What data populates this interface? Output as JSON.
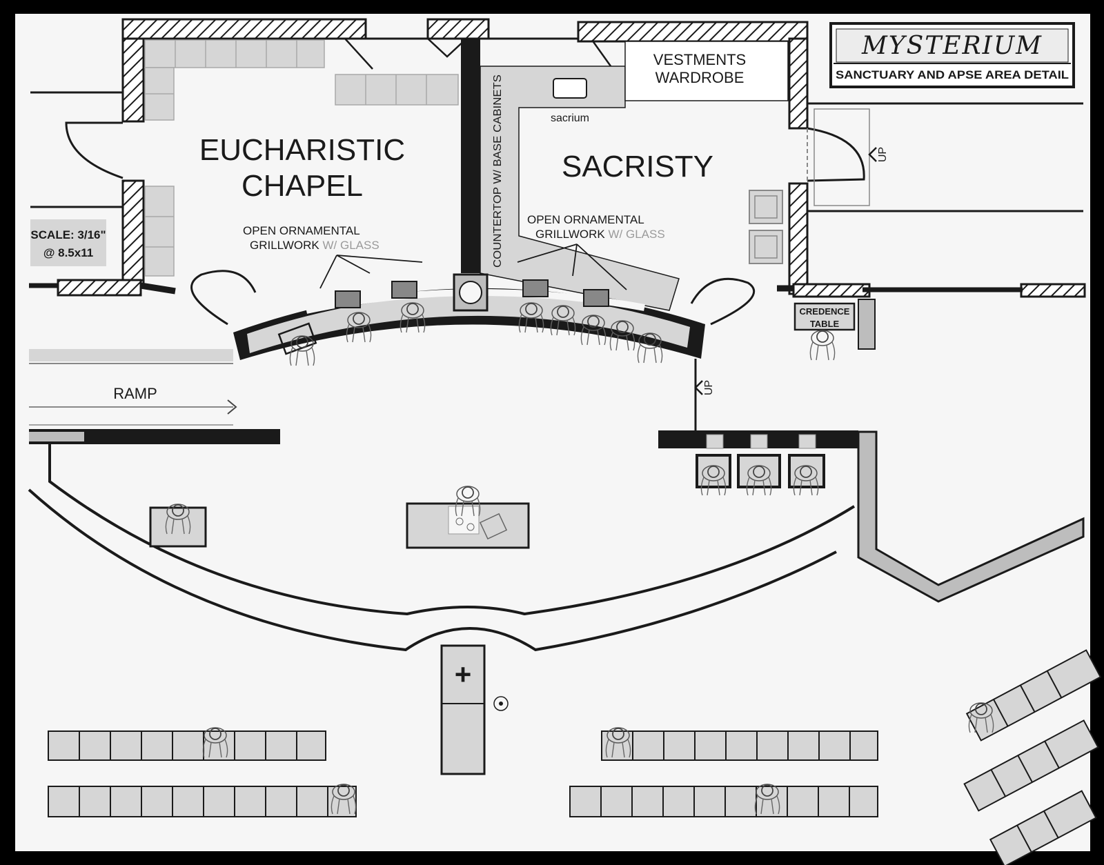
{
  "title_block": {
    "logo_text": "MYSTERIUM",
    "subtitle": "SANCTUARY AND  APSE AREA DETAIL"
  },
  "scale_note": {
    "line1": "SCALE: 3/16\"",
    "line2": "@ 8.5x11"
  },
  "rooms": {
    "chapel_line1": "EUCHARISTIC",
    "chapel_line2": "CHAPEL",
    "sacristy": "SACRISTY",
    "vestments_line1": "VESTMENTS",
    "vestments_line2": "WARDROBE",
    "sacrium": "sacrium",
    "countertop": "COUNTERTOP W/ BASE CABINETS",
    "ramp": "RAMP",
    "credence_line1": "CREDENCE",
    "credence_line2": "TABLE"
  },
  "grillwork_left": {
    "line1": "OPEN ORNAMENTAL",
    "line2a": "GRILLWORK",
    "line2b": " W/ GLASS"
  },
  "grillwork_right": {
    "line1": "OPEN ORNAMENTAL",
    "line2a": "GRILLWORK",
    "line2b": " W/ GLASS"
  },
  "stairs": {
    "up_top": "UP",
    "up_mid": "UP"
  },
  "symbols": {
    "cross": "+"
  },
  "colors": {
    "wall": "#1a1a1a",
    "furniture": "#d6d6d6",
    "paper": "#f6f6f6",
    "frame": "#000000"
  }
}
